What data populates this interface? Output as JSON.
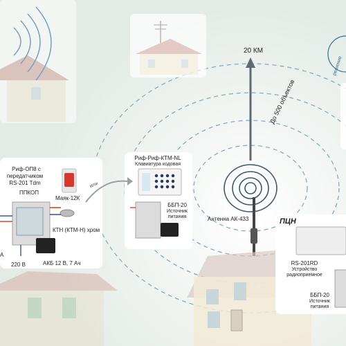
{
  "labels": {
    "distance": "20 КМ",
    "objects": "До 500 объектов",
    "antenna": "Антенна АК-433",
    "or_word": "или",
    "left_device_name": "Риф-ОП8 с",
    "left_device_line2": "передатчиком",
    "left_device_line3": "RS-201 Tdm",
    "left_device_line4": "ППКОП",
    "siren": "Маяк-12К",
    "kth": "КТН (КТМ-Н) хром",
    "akb": "АКБ 12 В, 7 Ач",
    "voltage": "220 В",
    "left_edge_letter": "A",
    "keypad_title": "Риф-Риф-КТМ-NL",
    "keypad_subtitle": "Клавиатура кодовая",
    "psu_mid_title": "ББП-20",
    "psu_mid_line2": "Источник",
    "psu_mid_line3": "питания",
    "pcn_title": "ПЦН",
    "receiver_title": "RS-201RD",
    "receiver_line2": "Устройство",
    "receiver_line3": "радиоприемное",
    "psu_right_title": "ББП-20",
    "psu_right_line2": "Источник",
    "psu_right_line3": "питания",
    "badge_text": "решение"
  },
  "colors": {
    "background": "#eef2ee",
    "wave_ring": "#7fa5b5",
    "radio_ring": "#3a5a6a",
    "arrow": "#5e6a70",
    "house_wall": "#f2ead6",
    "house_roof": "#d3a39a",
    "wire_red": "#d04a2a",
    "wire_blue": "#2f5e9e",
    "wire_green": "#3b9b3b"
  }
}
